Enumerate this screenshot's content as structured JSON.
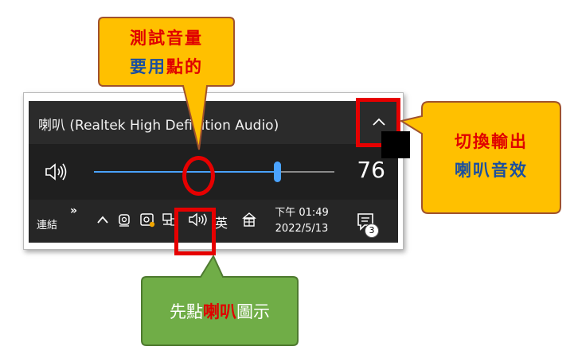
{
  "flyout": {
    "device_name": "喇叭 (Realtek High Definition Audio)",
    "volume_value": "76",
    "volume_level": 0.76
  },
  "taskbar": {
    "toolbar_label": "連結",
    "more_glyph": "»",
    "ime_label": "英",
    "time": "下午 01:49",
    "date": "2022/5/13",
    "notification_count": "3"
  },
  "annotations": {
    "top": {
      "line1": "測試音量",
      "line2_a": "要用",
      "line2_b": "點的"
    },
    "right": {
      "line1": "切換輸出",
      "line2": "喇叭音效"
    },
    "bottom": {
      "part_a": "先點",
      "part_b": "喇叭",
      "part_c": "圖示"
    }
  },
  "colors": {
    "accent": "#4aa3ff",
    "highlight": "#e60000",
    "callout_orange": "#ffc000",
    "callout_green": "#70ad47"
  }
}
